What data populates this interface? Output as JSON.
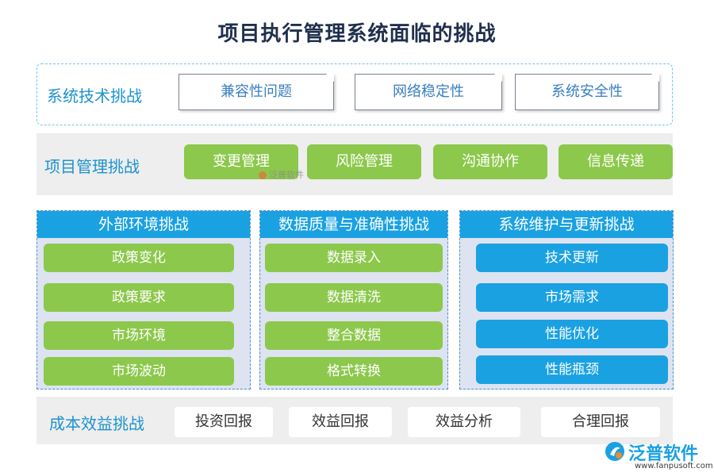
{
  "title": "项目执行管理系统面临的挑战",
  "tech": {
    "label": "系统技术挑战",
    "items": [
      "兼容性问题",
      "网络稳定性",
      "系统安全性"
    ]
  },
  "mgmt": {
    "label": "项目管理挑战",
    "items": [
      "变更管理",
      "风险管理",
      "沟通协作",
      "信息传递"
    ],
    "watermark": "泛普软件"
  },
  "columns": [
    {
      "title": "外部环境挑战",
      "items": [
        "政策变化",
        "政策要求",
        "市场环境",
        "市场波动"
      ]
    },
    {
      "title": "数据质量与准确性挑战",
      "items": [
        "数据录入",
        "数据清洗",
        "整合数据",
        "格式转换"
      ]
    },
    {
      "title": "系统维护与更新挑战",
      "items": [
        "技术更新",
        "市场需求",
        "性能优化",
        "性能瓶颈"
      ]
    }
  ],
  "cost": {
    "label": "成本效益挑战",
    "items": [
      "投资回报",
      "效益回报",
      "效益分析",
      "合理回报"
    ]
  },
  "brand": {
    "name": "泛普软件",
    "url": "www.fanpusoft.com"
  },
  "colors": {
    "accent_blue": "#1aa1e2",
    "green": "#8cc84b",
    "label_blue": "#1c93cf"
  }
}
